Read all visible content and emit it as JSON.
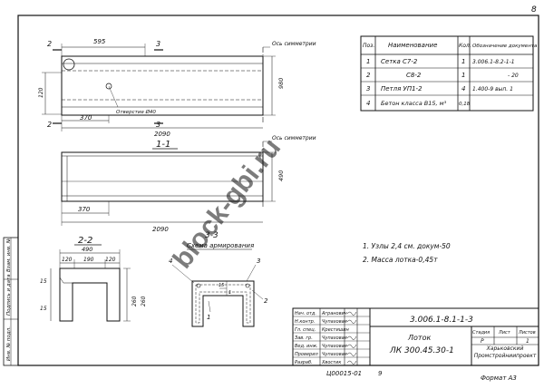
{
  "page_number": "8",
  "top_view": {
    "dim_top": "595",
    "section_marks": {
      "left": "2",
      "right": "3"
    },
    "axis_label": "Ось симметрии",
    "height_dim": "980",
    "left_dim": "120",
    "hole_label": "Отверстие Ø40",
    "bottom_dim": "370",
    "length_dim": "2090"
  },
  "section_1": {
    "title": "1-1",
    "axis_label": "Ось симметрии",
    "height_dim": "490",
    "left_dim": "370",
    "length_dim": "2090"
  },
  "section_2": {
    "title": "2-2",
    "overall": "490",
    "parts": [
      "120",
      "190",
      "120"
    ],
    "left_parts": [
      "15",
      "15"
    ],
    "heights": [
      "260",
      "260"
    ]
  },
  "section_3": {
    "title": "3-3",
    "subtitle": "Схема армирования",
    "callouts": [
      "4",
      "3",
      "2",
      "1"
    ],
    "dims": [
      "15",
      "1"
    ]
  },
  "spec_table": {
    "headers": [
      "Поз.",
      "Наименование",
      "Кол.",
      "Обозначение документа"
    ],
    "rows": [
      {
        "pos": "1",
        "name": "Сетка  С7-2",
        "qty": "1",
        "doc": "3.006.1-8.2-1-1"
      },
      {
        "pos": "2",
        "name": "С8-2",
        "qty": "1",
        "doc": "- 20"
      },
      {
        "pos": "3",
        "name": "Петля  УП1-2",
        "qty": "4",
        "doc": "1.400-9  вып. 1"
      },
      {
        "pos": "4",
        "name": "Бетон класса В15, м³",
        "qty": "0,18",
        "doc": ""
      }
    ]
  },
  "notes": [
    "1. Узлы 2,4 см. докум-50",
    "2. Масса лотка-0,45т"
  ],
  "title_block": {
    "roles": [
      {
        "role": "Нач. отд.",
        "name": "Агранович"
      },
      {
        "role": "Н.контр.",
        "name": "Чупаховая"
      },
      {
        "role": "Гл. спец.",
        "name": "Крестишин"
      },
      {
        "role": "Зав. гр.",
        "name": "Чупаховая"
      },
      {
        "role": "Вед. инж.",
        "name": "Чупаховая"
      },
      {
        "role": "Проверил",
        "name": "Чупаховая"
      },
      {
        "role": "Разраб.",
        "name": "Хвостик"
      }
    ],
    "designation": "3.006.1-8.1-1-3",
    "product_name": "Лоток",
    "product_code": "ЛК 300.45.30-1",
    "stage_headers": [
      "Стадия",
      "Лист",
      "Листов"
    ],
    "stage_values": [
      "Р",
      "",
      "1"
    ],
    "organization": "Харьковский Промстройниипроект"
  },
  "left_margin_labels": [
    "Инв. № подл.",
    "Подпись и дата",
    "Взам. инв. №"
  ],
  "bottom_code": "Ц00015-01",
  "bottom_num": "9",
  "format_label": "Формат А3",
  "watermark": "block-gbi.ru",
  "colors": {
    "ink": "#111111",
    "paper": "#ffffff",
    "watermark": "#9a9a9a"
  }
}
